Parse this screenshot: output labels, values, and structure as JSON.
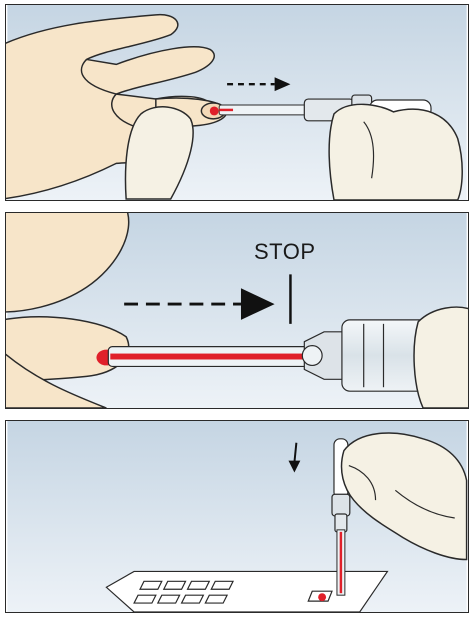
{
  "steps": [
    {
      "id": "step-1"
    },
    {
      "id": "step-2",
      "stop_label": "STOP"
    },
    {
      "id": "step-3"
    }
  ],
  "colors": {
    "panel_bg_top": "#c5d5e3",
    "panel_bg_bottom": "#edf2f7",
    "skin": "#f7e5c9",
    "glove": "#f5f1e4",
    "outline": "#2a2a2a",
    "blood": "#e0202a",
    "arrow": "#111111"
  }
}
